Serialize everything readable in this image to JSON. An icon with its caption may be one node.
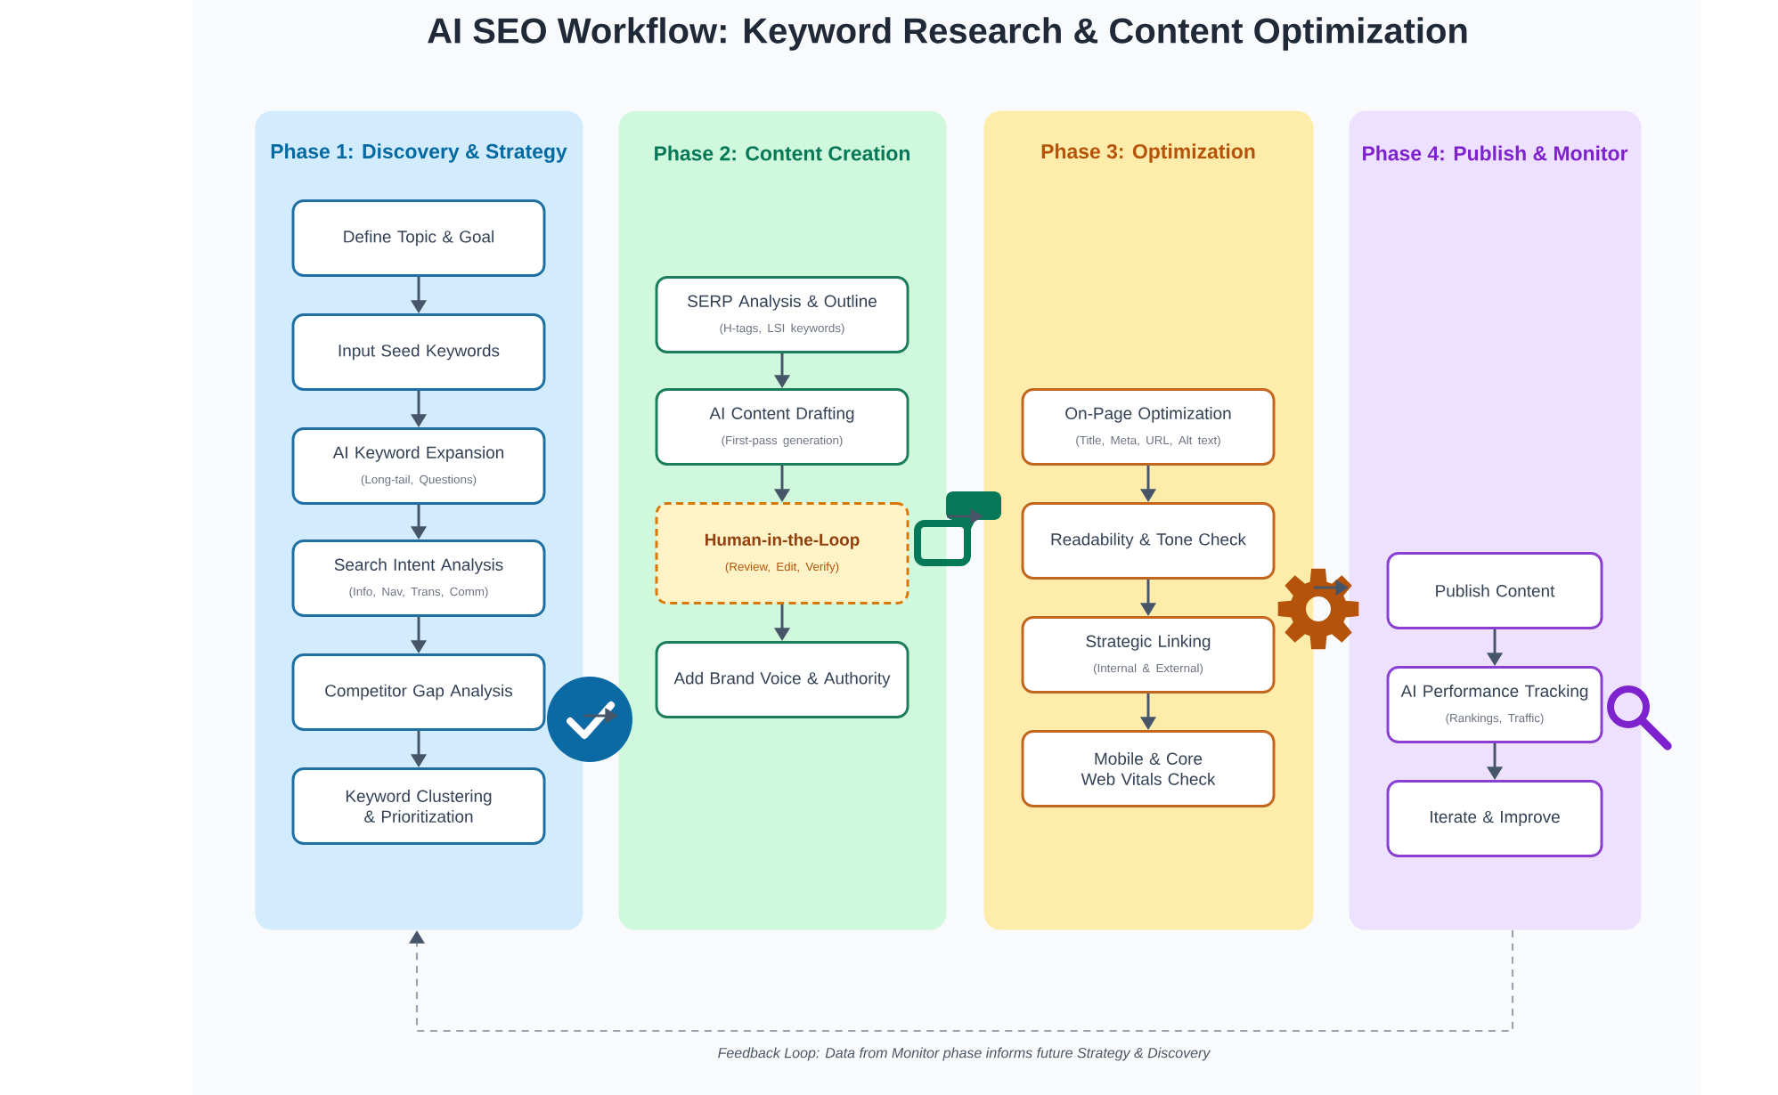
{
  "diagram": {
    "title": "AI SEO Workflow: Keyword Research & Content Optimization",
    "nodes": [
      {
        "text": [
          "Phase 1: Discovery & Strategy"
        ]
      },
      {
        "text": [
          "Define Topic & Goal"
        ],
        "in": 0
      },
      {
        "text": [
          "Input Seed Keywords"
        ],
        "in": 0
      },
      {
        "text": [
          "AI Keyword Expansion",
          "(Long-tail, Questions)"
        ],
        "in": 0
      },
      {
        "text": [
          "Search Intent Analysis",
          "(Info, Nav, Trans, Comm)"
        ],
        "in": 0
      },
      {
        "text": [
          "Competitor Gap Analysis"
        ],
        "in": 0
      },
      {
        "text": [
          "Keyword Clustering & Prioritization"
        ],
        "in": 0
      },
      {
        "text": [
          "Phase 2: Content Creation"
        ]
      },
      {
        "text": [
          "SERP Analysis & Outline",
          "(H-tags, LSI keywords)"
        ],
        "in": 7
      },
      {
        "text": [
          "AI Content Drafting",
          "(First-pass generation)"
        ],
        "in": 7
      },
      {
        "text": [
          "Human-in-the-Loop",
          "(Review, Edit, Verify)"
        ],
        "in": 7
      },
      {
        "text": [
          "Add Brand Voice & Authority"
        ],
        "in": 7
      },
      {
        "text": [
          "Phase 3: Optimization"
        ]
      },
      {
        "text": [
          "On-Page Optimization",
          "(Title, Meta, URL, Alt text)"
        ],
        "in": 12
      },
      {
        "text": [
          "Readability & Tone Check"
        ],
        "in": 12
      },
      {
        "text": [
          "Strategic Linking",
          "(Internal & External)"
        ],
        "in": 12
      },
      {
        "text": [
          "Mobile & Core Web Vitals Check"
        ],
        "in": 12
      },
      {
        "text": [
          "Phase 4: Publish & Monitor"
        ]
      },
      {
        "text": [
          "Publish Content"
        ],
        "in": 17
      },
      {
        "text": [
          "AI Performance Tracking",
          "(Rankings, Traffic)"
        ],
        "in": 17
      },
      {
        "text": [
          "Iterate & Improve"
        ],
        "in": 17
      }
    ],
    "edges": [
      {
        "from": 1,
        "to": 2,
        "arrow": "to"
      },
      {
        "from": 2,
        "to": 3,
        "arrow": "to"
      },
      {
        "from": 3,
        "to": 4,
        "arrow": "to"
      },
      {
        "from": 4,
        "to": 5,
        "arrow": "to"
      },
      {
        "from": 5,
        "to": 6,
        "arrow": "to"
      },
      {
        "from": 8,
        "to": 9,
        "arrow": "to"
      },
      {
        "from": 9,
        "to": 10,
        "arrow": "to"
      },
      {
        "from": 10,
        "to": 11,
        "arrow": "to"
      },
      {
        "from": 13,
        "to": 14,
        "arrow": "to"
      },
      {
        "from": 14,
        "to": 15,
        "arrow": "to"
      },
      {
        "from": 15,
        "to": 16,
        "arrow": "to"
      },
      {
        "from": 18,
        "to": 19,
        "arrow": "to"
      },
      {
        "from": 19,
        "to": 20,
        "arrow": "to"
      },
      {
        "from": 0,
        "to": 7,
        "arrow": "to"
      },
      {
        "from": 7,
        "to": 12,
        "arrow": "to"
      },
      {
        "from": 12,
        "to": 17,
        "arrow": "to"
      },
      {
        "from": 17,
        "to": 0,
        "arrow": "to",
        "style": "dashed",
        "color": "#9ca3af",
        "label": "Feedback Loop: Data from Monitor phase informs future Strategy & Discovery"
      }
    ]
  }
}
